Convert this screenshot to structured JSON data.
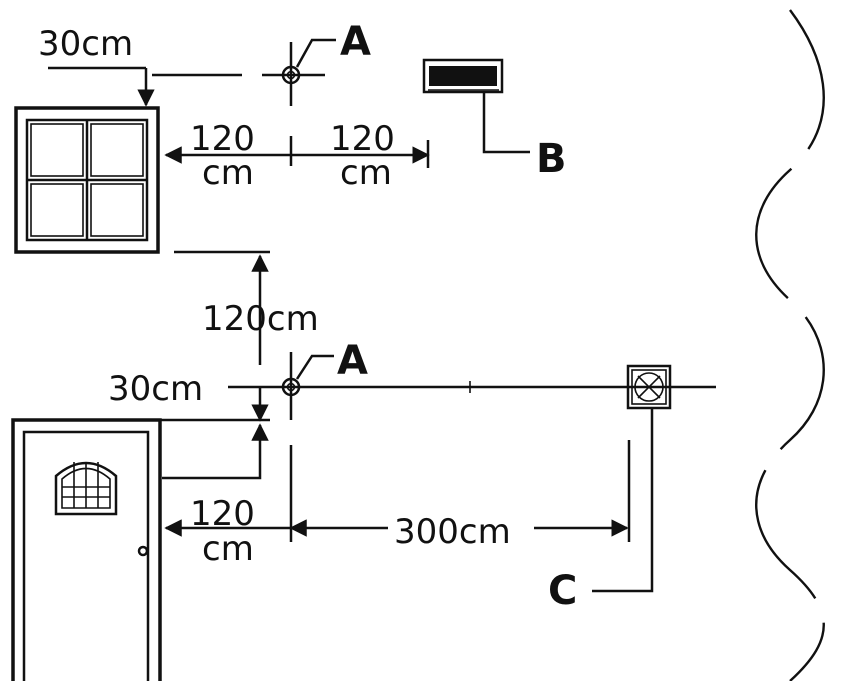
{
  "labels": {
    "top_offset": "30cm",
    "window_gap_value": "120",
    "window_gap_unit": "cm",
    "unit_gap_value": "120",
    "unit_gap_unit": "cm",
    "vertical_gap": "120cm",
    "door_offset": "30cm",
    "door_gap_value": "120",
    "door_gap_unit": "cm",
    "fan_gap": "300cm",
    "callout_a_top": "A",
    "callout_a_bottom": "A",
    "callout_b": "B",
    "callout_c": "C"
  }
}
